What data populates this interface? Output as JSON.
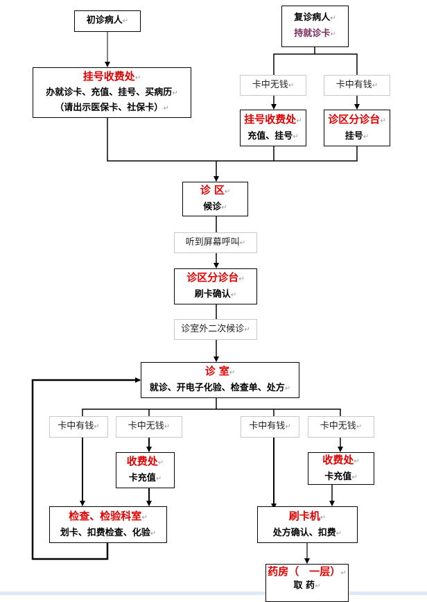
{
  "nodes": {
    "first_visit": {
      "title": "初诊病人"
    },
    "return_visit": {
      "title": "复诊病人",
      "sub": "持就诊卡"
    },
    "registration_main": {
      "title": "挂号收费处",
      "line1": "办就诊卡、充值、挂号、买病历",
      "line2": "（请出示医保卡、社保卡）"
    },
    "no_money_top": {
      "label": "卡中无钱"
    },
    "has_money_top": {
      "label": "卡中有钱"
    },
    "registration_small": {
      "title": "挂号收费处",
      "sub": "充值、挂号"
    },
    "triage_small": {
      "title": "诊区分诊台",
      "sub": "挂号"
    },
    "clinic_area": {
      "title": "诊 区",
      "sub": "候诊"
    },
    "screen_call": {
      "label": "听到屏幕呼叫"
    },
    "triage_desk": {
      "title": "诊区分诊台",
      "sub": "刷卡确认"
    },
    "second_wait": {
      "label": "诊室外二次候诊"
    },
    "consult_room": {
      "title": "诊 室",
      "sub": "就诊、开电子化验、检查单、处方"
    },
    "has_money_1": {
      "label": "卡中有钱"
    },
    "no_money_1": {
      "label": "卡中无钱"
    },
    "has_money_2": {
      "label": "卡中有钱"
    },
    "no_money_2": {
      "label": "卡中无钱"
    },
    "cashier_1": {
      "title": "收费处",
      "sub": "卡充值"
    },
    "cashier_2": {
      "title": "收费处",
      "sub": "卡充值"
    },
    "exam_lab": {
      "title": "检查、检验科室",
      "sub": "划卡、扣费检查、化验"
    },
    "card_machine": {
      "title": "刷卡机",
      "sub": "处方确认、扣费"
    },
    "pharmacy": {
      "title": "药房（　一层）",
      "sub": "取 药"
    }
  },
  "colors": {
    "title_red": "#e00000",
    "purple": "#7a2a5a",
    "border_gray": "#c8c8c8"
  }
}
